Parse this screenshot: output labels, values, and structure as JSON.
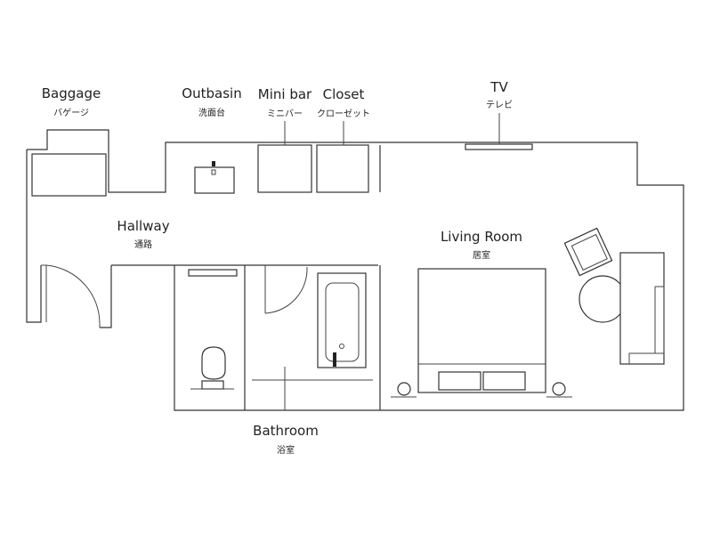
{
  "rooms": {
    "baggage": {
      "en": "Baggage",
      "jp": "バゲージ"
    },
    "outbasin": {
      "en": "Outbasin",
      "jp": "洗面台"
    },
    "minibar": {
      "en": "Mini bar",
      "jp": "ミニバー"
    },
    "closet": {
      "en": "Closet",
      "jp": "クローゼット"
    },
    "tv": {
      "en": "TV",
      "jp": "テレビ"
    },
    "hallway": {
      "en": "Hallway",
      "jp": "通路"
    },
    "living": {
      "en": "Living Room",
      "jp": "居室"
    },
    "bathroom": {
      "en": "Bathroom",
      "jp": "浴室"
    }
  },
  "colors": {
    "line": "#333333",
    "background": "#ffffff"
  }
}
